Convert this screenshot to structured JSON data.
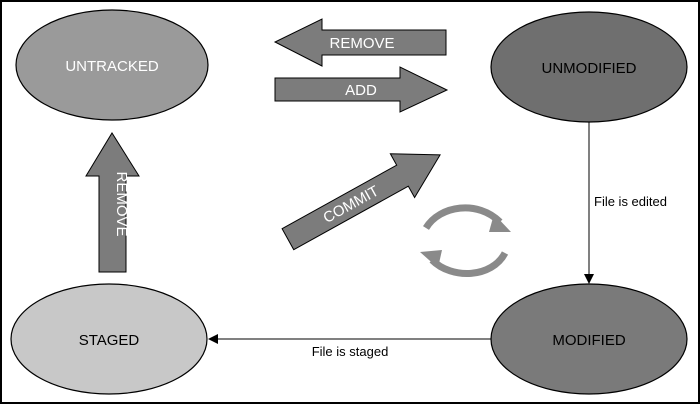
{
  "states": {
    "untracked": "UNTRACKED",
    "unmodified": "UNMODIFIED",
    "staged": "STAGED",
    "modified": "MODIFIED"
  },
  "arrows": {
    "remove_top": "REMOVE",
    "add": "ADD",
    "commit": "COMMIT",
    "remove_left": "REMOVE"
  },
  "transitions": {
    "file_is_edited": "File is edited",
    "file_is_staged": "File is staged"
  },
  "colors": {
    "untracked_fill": "#9a9a9a",
    "unmodified_fill": "#6f6f6f",
    "staged_fill": "#c8c8c8",
    "modified_fill": "#7a7a7a",
    "arrow_fill": "#7c7c7c",
    "stroke": "#000000"
  }
}
